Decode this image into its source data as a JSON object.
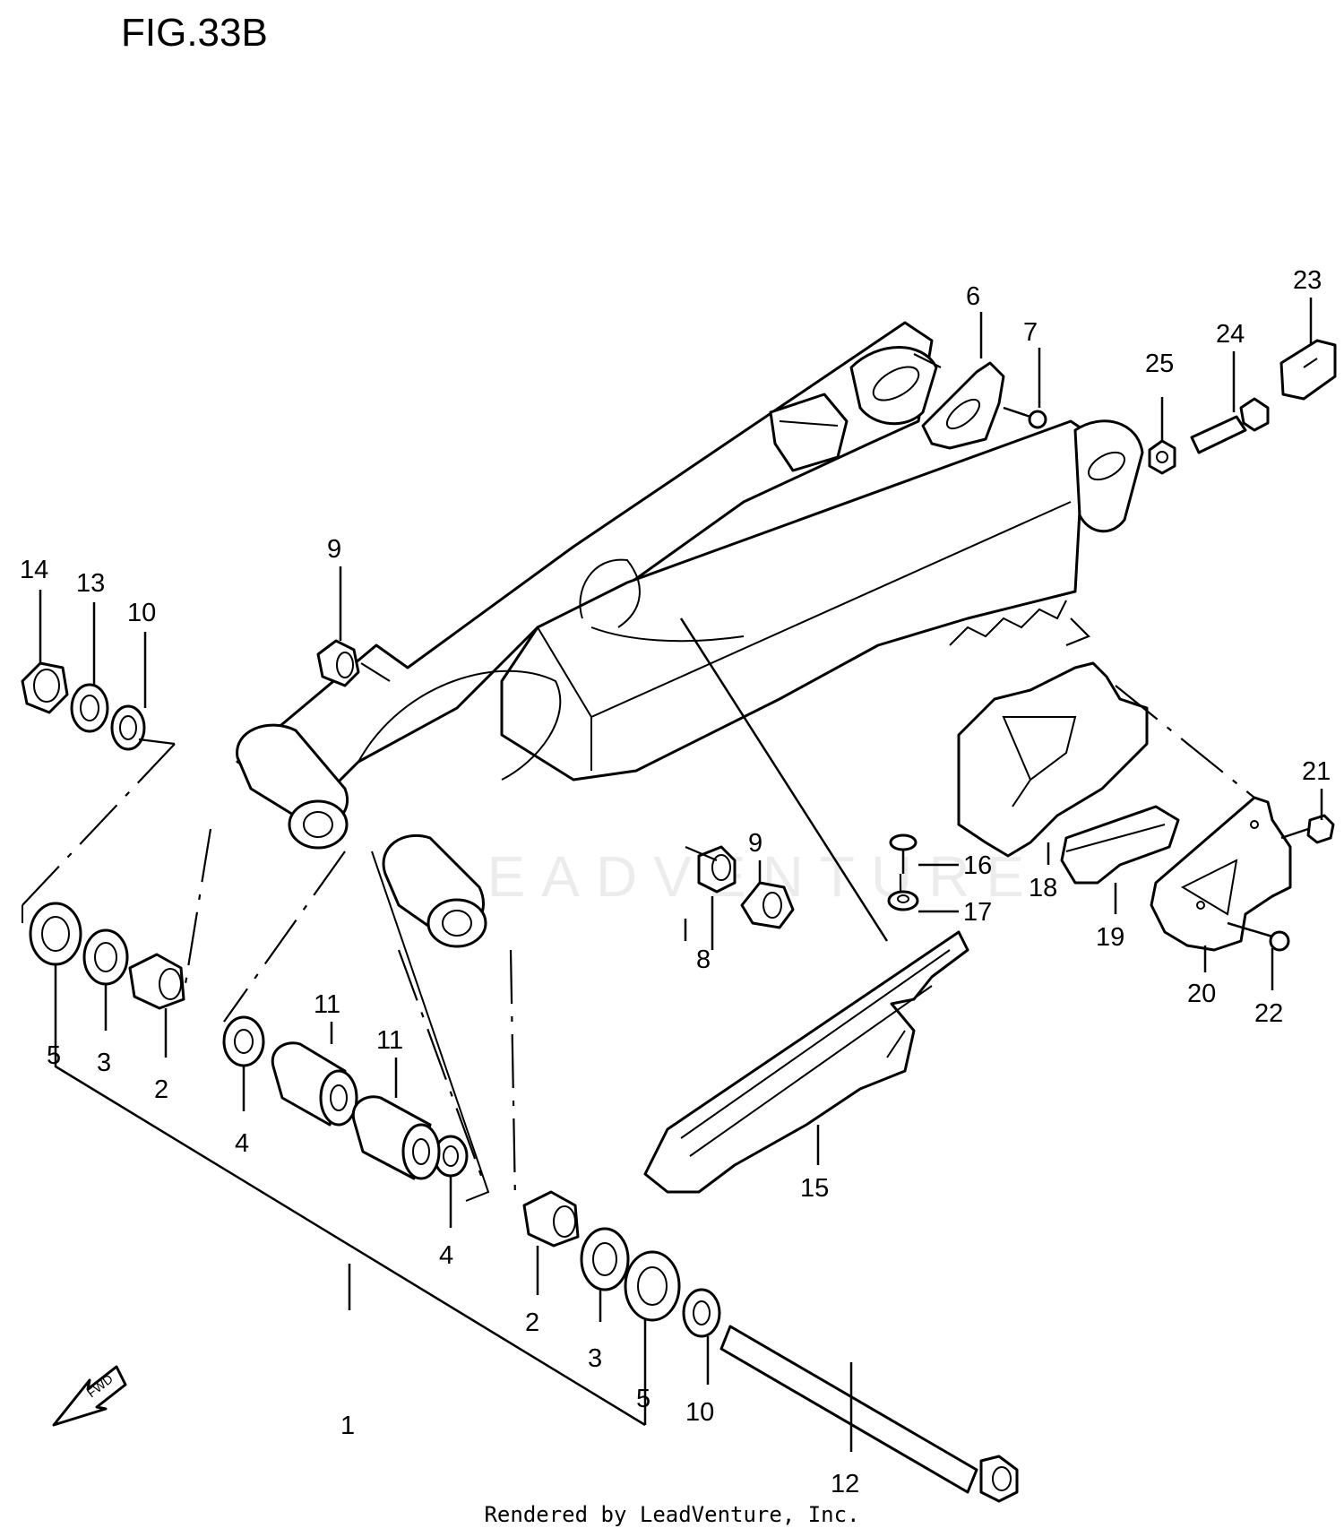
{
  "figure_title": "FIG.33B",
  "footer": "Rendered by LeadVenture, Inc.",
  "watermark": "LEADVENTURE",
  "fwd_label": "FWD",
  "callouts": [
    {
      "id": "1",
      "text": "1"
    },
    {
      "id": "2a",
      "text": "2"
    },
    {
      "id": "2b",
      "text": "2"
    },
    {
      "id": "3a",
      "text": "3"
    },
    {
      "id": "3b",
      "text": "3"
    },
    {
      "id": "4a",
      "text": "4"
    },
    {
      "id": "4b",
      "text": "4"
    },
    {
      "id": "5a",
      "text": "5"
    },
    {
      "id": "5b",
      "text": "5"
    },
    {
      "id": "6",
      "text": "6"
    },
    {
      "id": "7",
      "text": "7"
    },
    {
      "id": "8",
      "text": "8"
    },
    {
      "id": "9a",
      "text": "9"
    },
    {
      "id": "9b",
      "text": "9"
    },
    {
      "id": "10a",
      "text": "10"
    },
    {
      "id": "10b",
      "text": "10"
    },
    {
      "id": "11a",
      "text": "11"
    },
    {
      "id": "11b",
      "text": "11"
    },
    {
      "id": "12",
      "text": "12"
    },
    {
      "id": "13",
      "text": "13"
    },
    {
      "id": "14",
      "text": "14"
    },
    {
      "id": "15",
      "text": "15"
    },
    {
      "id": "16",
      "text": "16"
    },
    {
      "id": "17",
      "text": "17"
    },
    {
      "id": "18",
      "text": "18"
    },
    {
      "id": "19",
      "text": "19"
    },
    {
      "id": "20",
      "text": "20"
    },
    {
      "id": "21",
      "text": "21"
    },
    {
      "id": "22",
      "text": "22"
    },
    {
      "id": "23",
      "text": "23"
    },
    {
      "id": "24",
      "text": "24"
    },
    {
      "id": "25",
      "text": "25"
    }
  ]
}
